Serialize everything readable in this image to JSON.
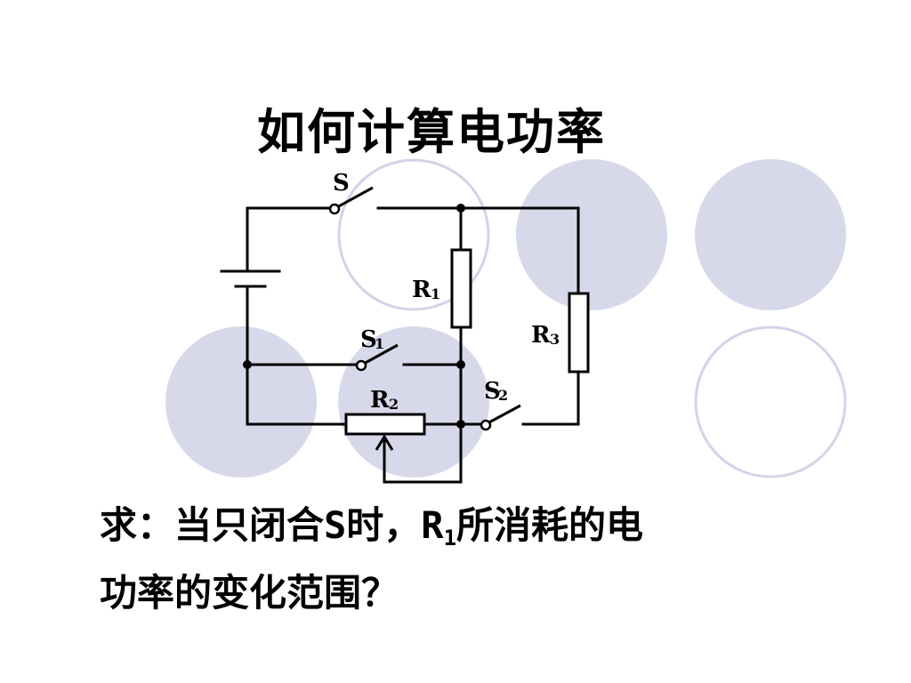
{
  "slide": {
    "title": "如何计算电功率",
    "question": {
      "line1_prefix": "求：当只闭合S时，R",
      "line1_sub": "1",
      "line1_suffix": "所消耗的电",
      "line2": "功率的变化范围？"
    }
  },
  "circuit": {
    "labels": {
      "switch_main": "S",
      "switch_1": "S",
      "switch_1_sub": "1",
      "switch_2": "S",
      "switch_2_sub": "2",
      "resistor_1": "R",
      "resistor_1_sub": "1",
      "resistor_2": "R",
      "resistor_2_sub": "2",
      "resistor_3": "R",
      "resistor_3_sub": "3"
    }
  },
  "colors": {
    "circle_fill": "#d8d8eb",
    "circle_outline": "#d3d3e8",
    "wire": "#000000"
  }
}
